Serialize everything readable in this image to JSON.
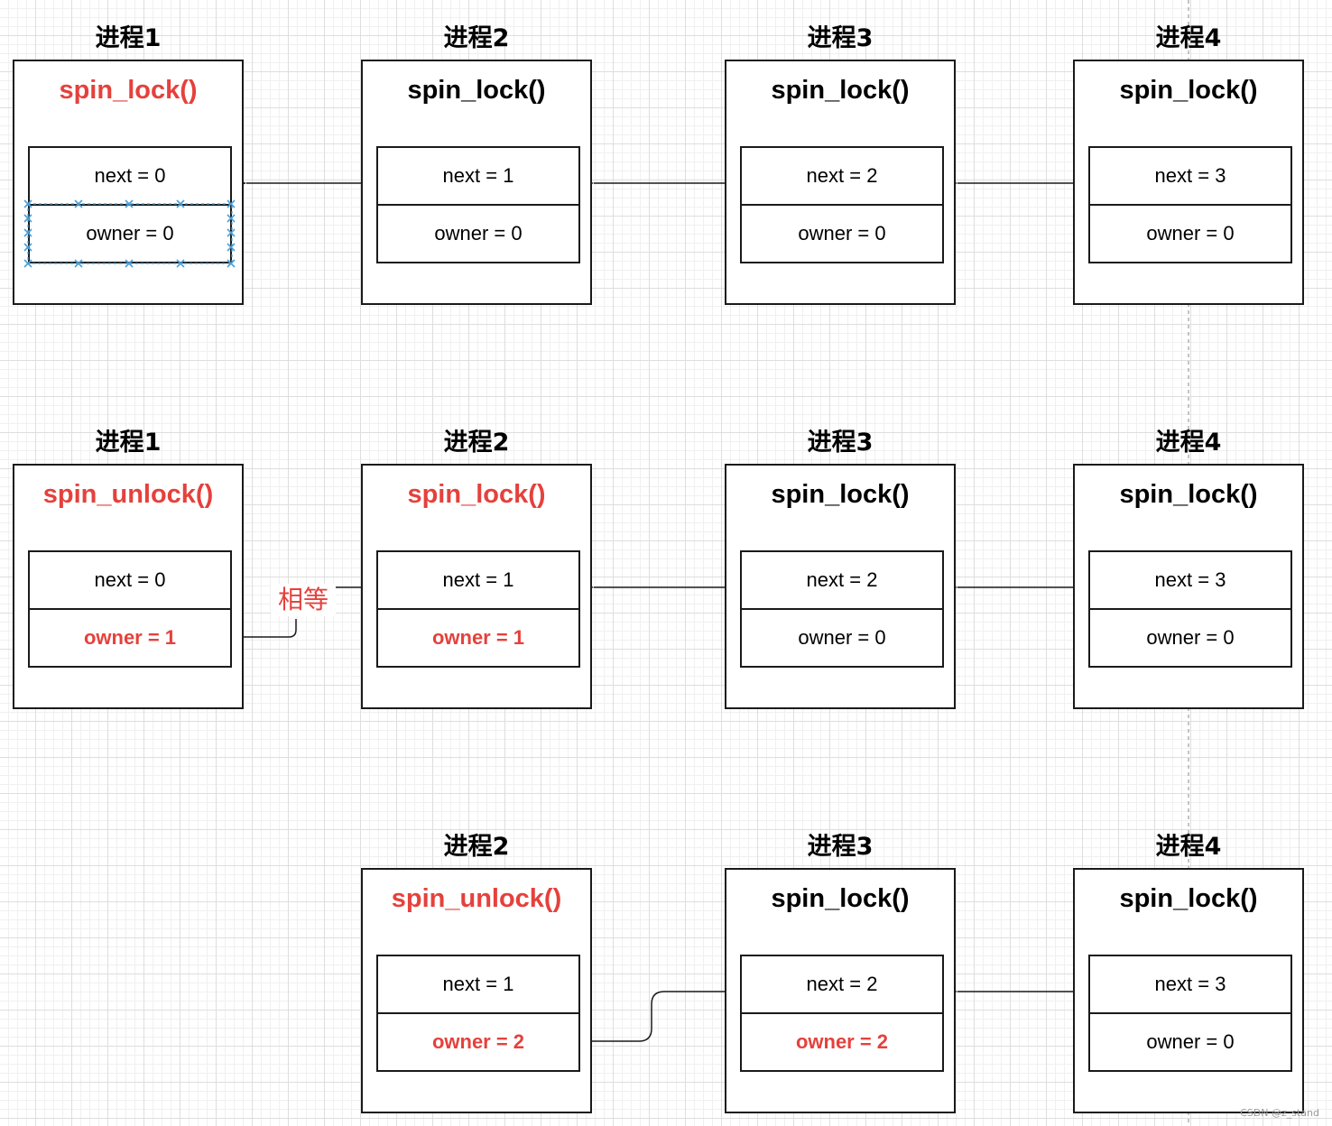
{
  "rows": [
    {
      "processes": [
        {
          "title": "进程1",
          "function": "spin_lock()",
          "function_highlight": true,
          "next": "next = 0",
          "owner": "owner = 0",
          "owner_highlight": false
        },
        {
          "title": "进程2",
          "function": "spin_lock()",
          "function_highlight": false,
          "next": "next = 1",
          "owner": "owner = 0",
          "owner_highlight": false
        },
        {
          "title": "进程3",
          "function": "spin_lock()",
          "function_highlight": false,
          "next": "next = 2",
          "owner": "owner = 0",
          "owner_highlight": false
        },
        {
          "title": "进程4",
          "function": "spin_lock()",
          "function_highlight": false,
          "next": "next = 3",
          "owner": "owner = 0",
          "owner_highlight": false
        }
      ]
    },
    {
      "processes": [
        {
          "title": "进程1",
          "function": "spin_unlock()",
          "function_highlight": true,
          "next": "next = 0",
          "owner": "owner = 1",
          "owner_highlight": true
        },
        {
          "title": "进程2",
          "function": "spin_lock()",
          "function_highlight": true,
          "next": "next = 1",
          "owner": "owner = 1",
          "owner_highlight": true
        },
        {
          "title": "进程3",
          "function": "spin_lock()",
          "function_highlight": false,
          "next": "next = 2",
          "owner": "owner = 0",
          "owner_highlight": false
        },
        {
          "title": "进程4",
          "function": "spin_lock()",
          "function_highlight": false,
          "next": "next = 3",
          "owner": "owner = 0",
          "owner_highlight": false
        }
      ]
    },
    {
      "processes": [
        {
          "title": "进程2",
          "function": "spin_unlock()",
          "function_highlight": true,
          "next": "next = 1",
          "owner": "owner = 2",
          "owner_highlight": true
        },
        {
          "title": "进程3",
          "function": "spin_lock()",
          "function_highlight": false,
          "next": "next = 2",
          "owner": "owner = 2",
          "owner_highlight": true
        },
        {
          "title": "进程4",
          "function": "spin_lock()",
          "function_highlight": false,
          "next": "next = 3",
          "owner": "owner = 0",
          "owner_highlight": false
        }
      ]
    }
  ],
  "equal_label": "相等",
  "watermark": "CSDN @z_stand",
  "colors": {
    "highlight": "#e5413c",
    "selection_handles": "#4a9fd8",
    "line": "#1a1a1a"
  }
}
